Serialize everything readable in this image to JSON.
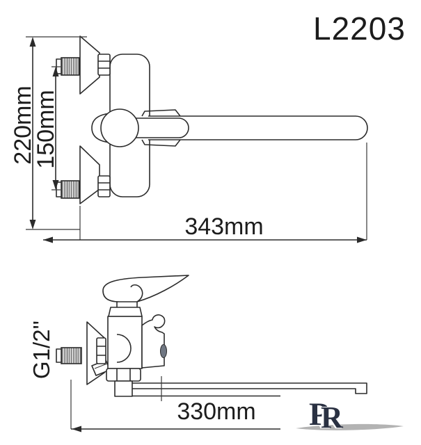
{
  "title": "L2203",
  "top_view": {
    "dim_height": "220mm",
    "dim_inlet_spacing": "150mm",
    "dim_spout_reach": "343mm"
  },
  "side_view": {
    "thread_size": "G1/2''",
    "dim_spout_reach": "330mm"
  },
  "logo": {
    "p": "P",
    "r": "R"
  },
  "colors": {
    "line": "#2b2b2b",
    "text": "#1c1c1c",
    "logo": "#2a3142",
    "swoosh": "#a6a6a6",
    "background": "#ffffff"
  }
}
